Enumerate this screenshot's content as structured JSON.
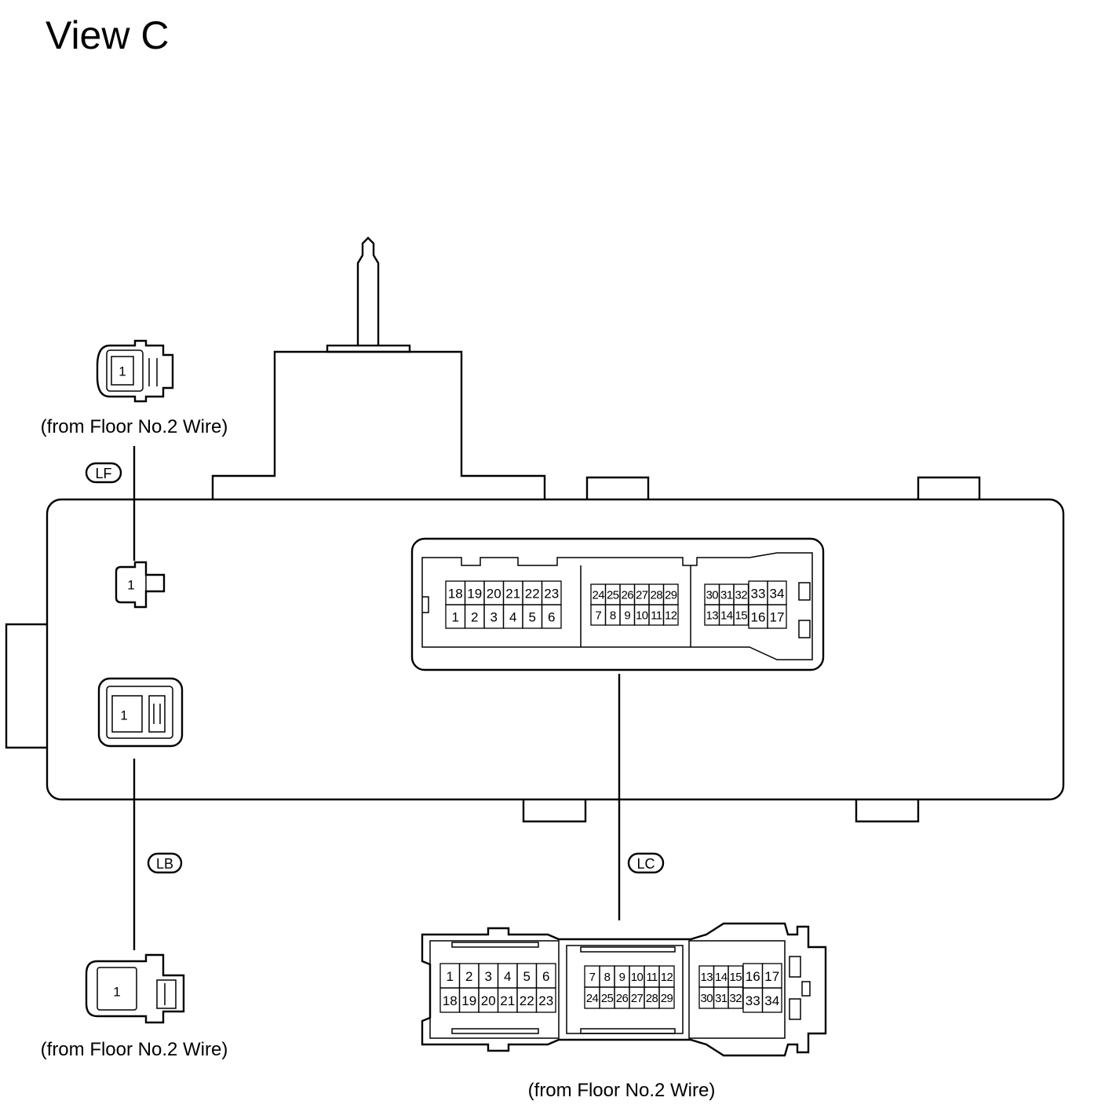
{
  "title": "View C",
  "connectors": {
    "LF": {
      "code": "LF",
      "caption": "(from Floor No.2 Wire)",
      "pin": "1"
    },
    "LB": {
      "code": "LB",
      "caption": "(from Floor No.2 Wire)",
      "pin": "1"
    },
    "LC": {
      "code": "LC",
      "caption": "(from Floor No.2 Wire)",
      "junction_face": {
        "left_top": [
          "18",
          "19",
          "20",
          "21",
          "22",
          "23"
        ],
        "left_bottom": [
          "1",
          "2",
          "3",
          "4",
          "5",
          "6"
        ],
        "mid_top": [
          "24",
          "25",
          "26",
          "27",
          "28",
          "29"
        ],
        "mid_bottom": [
          "7",
          "8",
          "9",
          "10",
          "11",
          "12"
        ],
        "right_top_small": [
          "30",
          "31",
          "32"
        ],
        "right_bottom_small": [
          "13",
          "14",
          "15"
        ],
        "right_top_large": [
          "33",
          "34"
        ],
        "right_bottom_large": [
          "16",
          "17"
        ]
      },
      "harness_face": {
        "left_top": [
          "1",
          "2",
          "3",
          "4",
          "5",
          "6"
        ],
        "left_bottom": [
          "18",
          "19",
          "20",
          "21",
          "22",
          "23"
        ],
        "mid_top": [
          "7",
          "8",
          "9",
          "10",
          "11",
          "12"
        ],
        "mid_bottom": [
          "24",
          "25",
          "26",
          "27",
          "28",
          "29"
        ],
        "right_top_small": [
          "13",
          "14",
          "15"
        ],
        "right_bottom_small": [
          "30",
          "31",
          "32"
        ],
        "right_top_large": [
          "16",
          "17"
        ],
        "right_bottom_large": [
          "33",
          "34"
        ]
      }
    }
  }
}
